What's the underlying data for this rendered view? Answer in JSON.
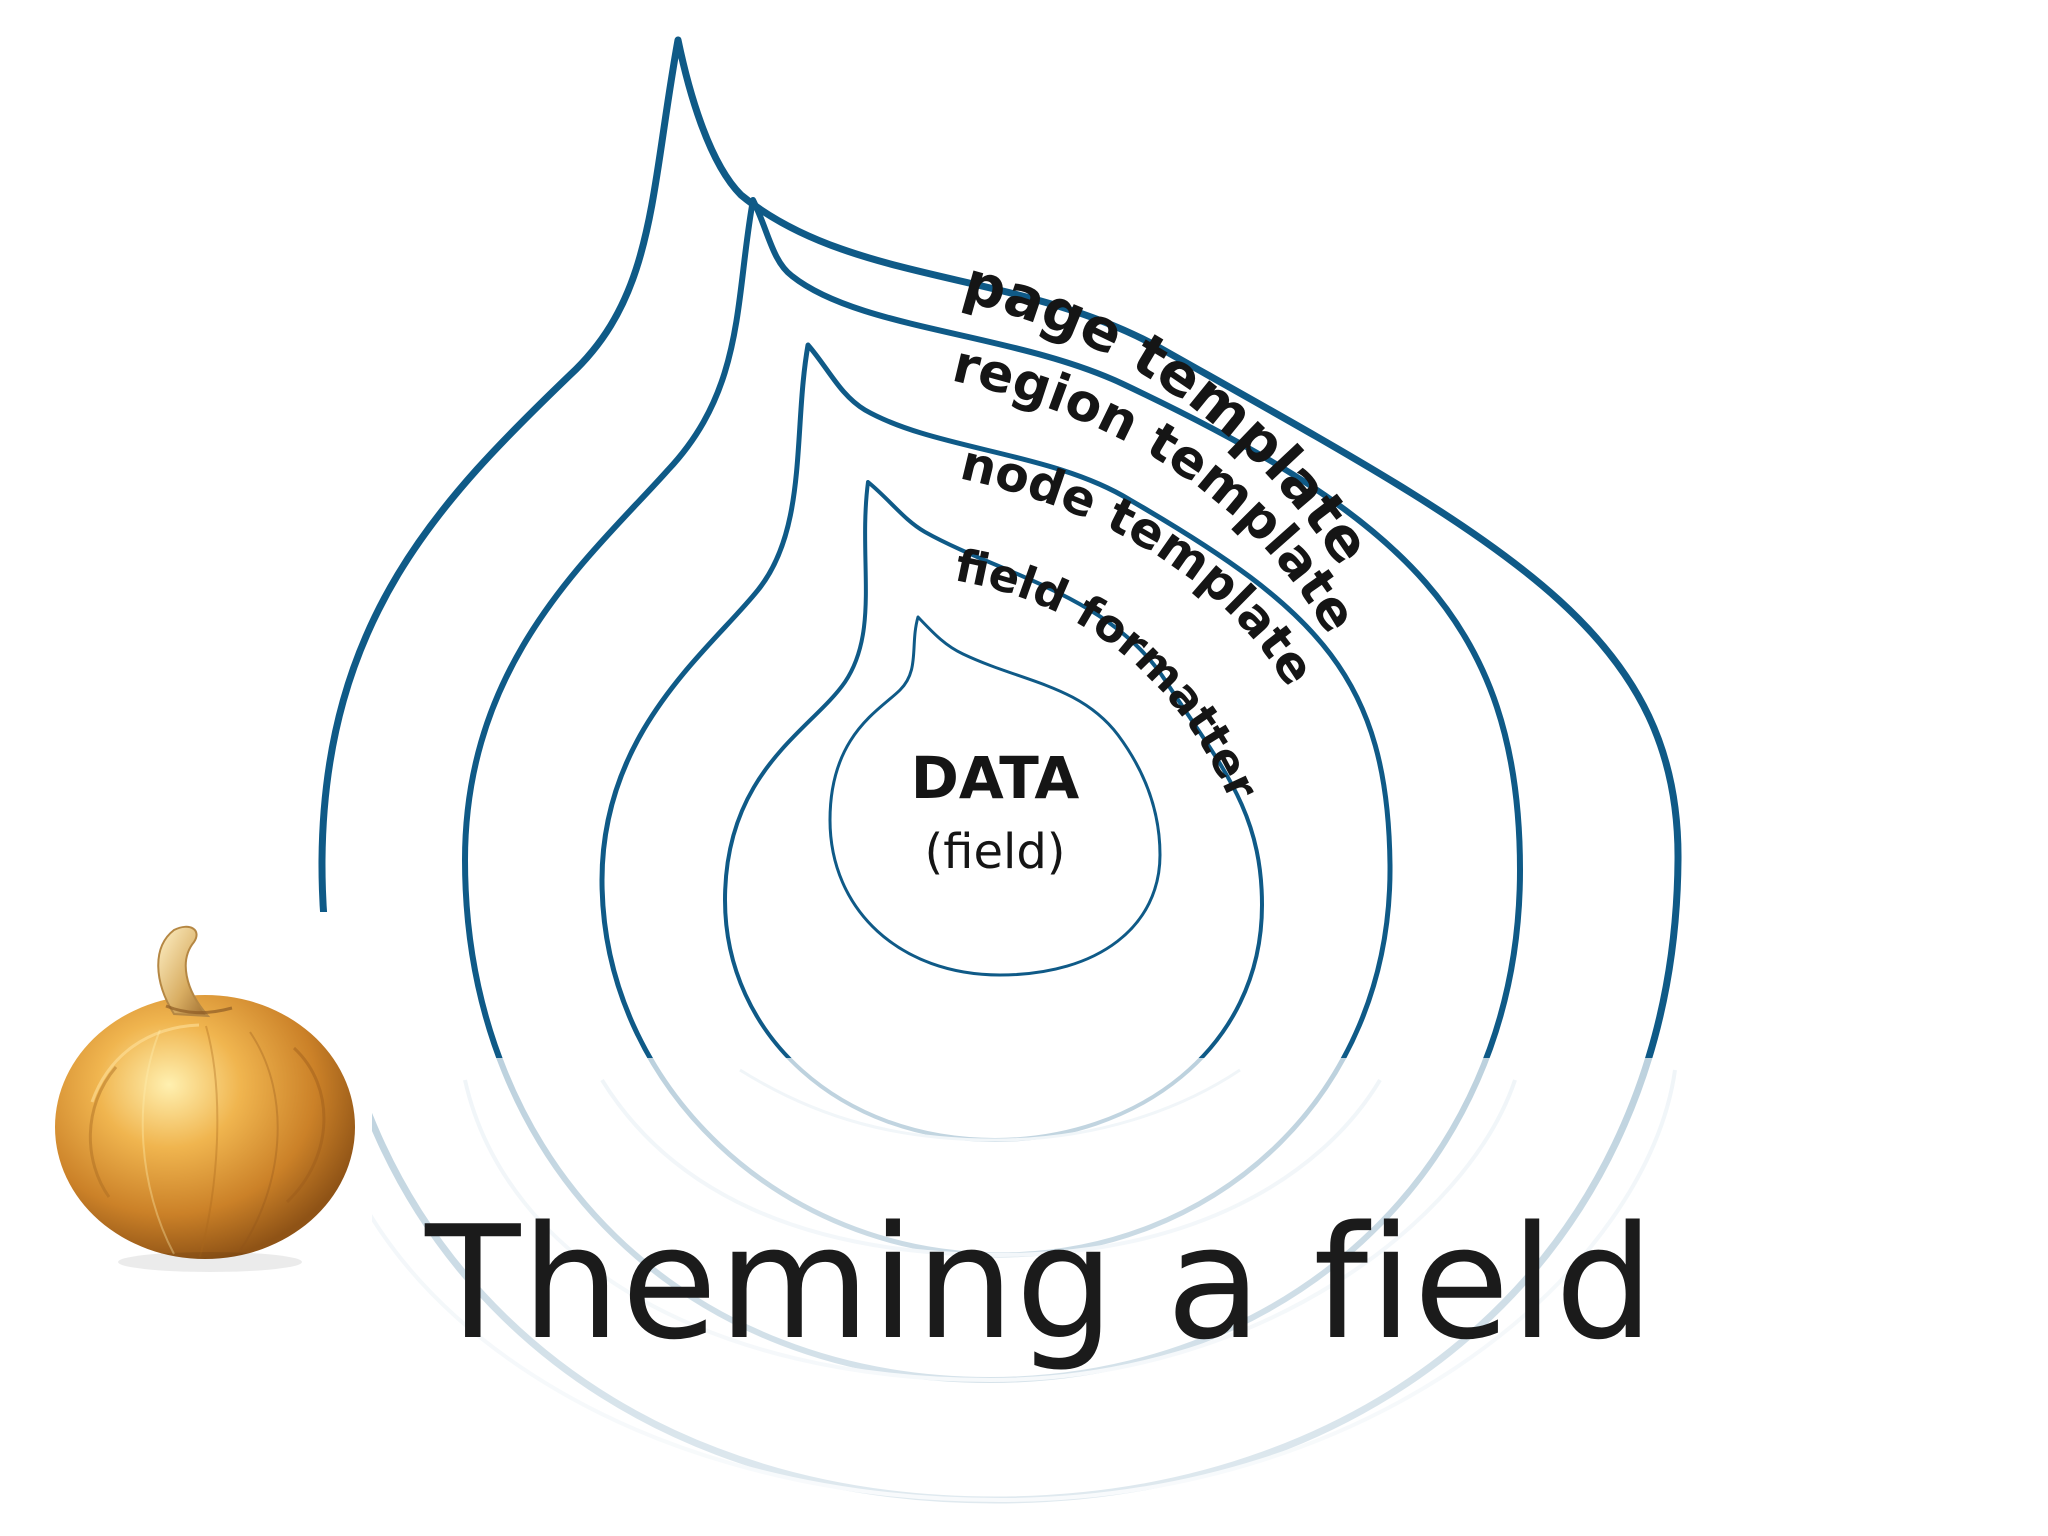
{
  "slide": {
    "title": "Theming a field"
  },
  "diagram": {
    "layers": [
      {
        "label": "page template"
      },
      {
        "label": "region template"
      },
      {
        "label": "node template"
      },
      {
        "label": "field formatter"
      }
    ],
    "core": {
      "label": "DATA",
      "sublabel": "(field)"
    },
    "stroke_color": "#0f5a87",
    "faded_stroke_color": "#c9dbe7"
  },
  "image": {
    "onion_icon": "onion-image"
  }
}
